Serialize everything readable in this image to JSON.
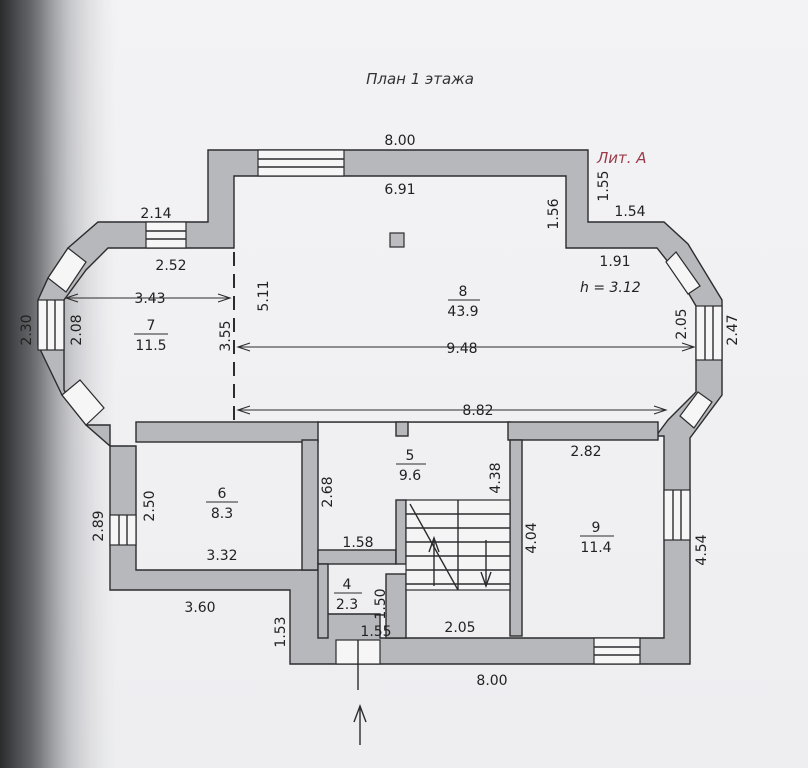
{
  "title": "План 1 этажа",
  "lit": "Лит. А",
  "height_label": "h = 3.12",
  "rooms": [
    {
      "number": "8",
      "area": "43.9"
    },
    {
      "number": "7",
      "area": "11.5"
    },
    {
      "number": "6",
      "area": "8.3"
    },
    {
      "number": "5",
      "area": "9.6"
    },
    {
      "number": "4",
      "area": "2.3"
    },
    {
      "number": "9",
      "area": "11.4"
    }
  ],
  "dimensions": {
    "d_800_top": "8.00",
    "d_691": "6.91",
    "d_155_right": "1.55",
    "d_156": "1.56",
    "d_154": "1.54",
    "d_214": "2.14",
    "d_252": "2.52",
    "d_191": "1.91",
    "d_343": "3.43",
    "d_511": "5.11",
    "d_230": "2.30",
    "d_208": "2.08",
    "d_355": "3.55",
    "d_948": "9.48",
    "d_205": "2.05",
    "d_247": "2.47",
    "d_882": "8.82",
    "d_282": "2.82",
    "d_250": "2.50",
    "d_268": "2.68",
    "d_438": "4.38",
    "d_289": "2.89",
    "d_404": "4.04",
    "d_454": "4.54",
    "d_332": "3.32",
    "d_158": "1.58",
    "d_360": "3.60",
    "d_150": "1.50",
    "d_153": "1.53",
    "d_155_bottom": "1.55",
    "d_205_bottom": "2.05",
    "d_800_bottom": "8.00"
  }
}
